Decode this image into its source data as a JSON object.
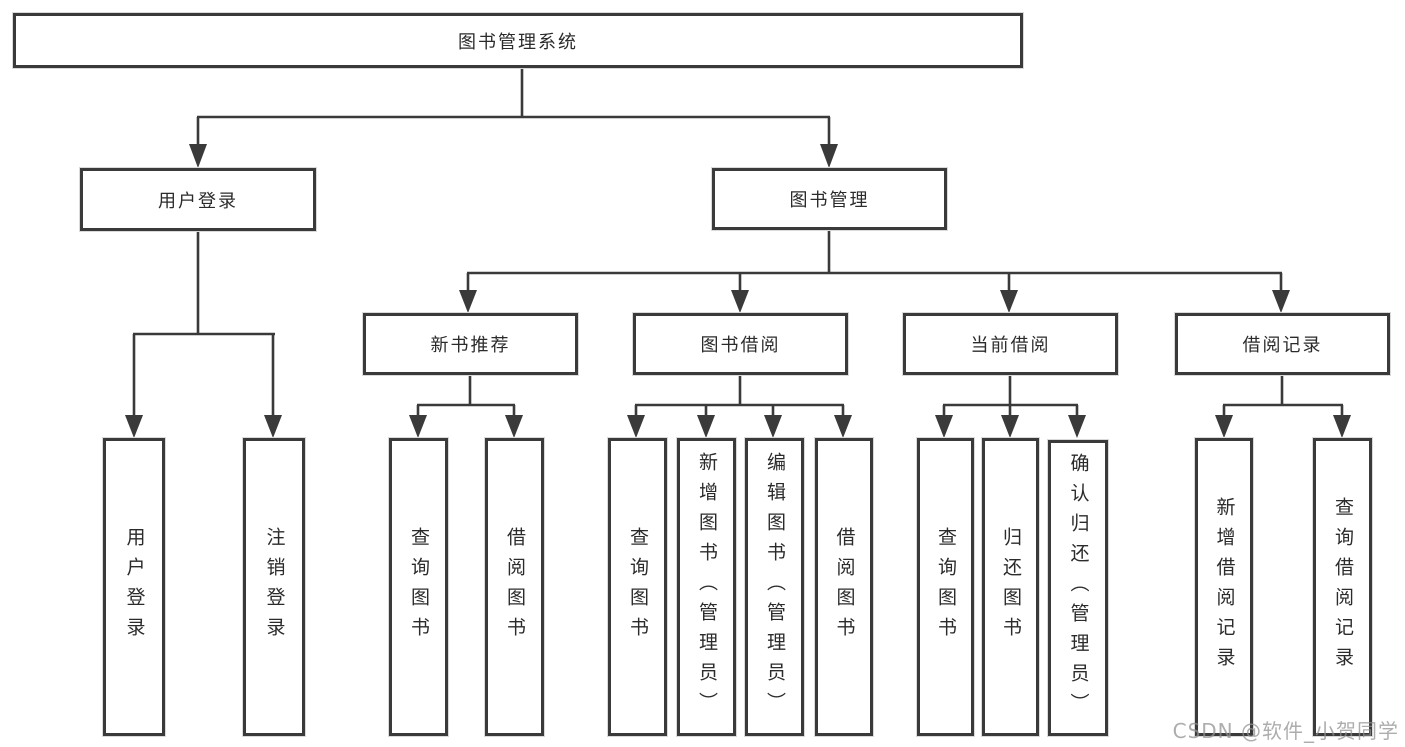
{
  "colors": {
    "background": "#ffffff",
    "line": "#3a3a3a",
    "box_border": "#3a3a3a",
    "text": "#2b2b2b",
    "watermark": "#919191"
  },
  "tree": {
    "root": "图书管理系统",
    "children": [
      {
        "label": "用户登录",
        "children": [
          "用户登录",
          "注销登录"
        ]
      },
      {
        "label": "图书管理",
        "children": [
          {
            "label": "新书推荐",
            "children": [
              "查询图书",
              "借阅图书"
            ]
          },
          {
            "label": "图书借阅",
            "children": [
              "查询图书",
              "新增图书（管理员）",
              "编辑图书（管理员）",
              "借阅图书"
            ]
          },
          {
            "label": "当前借阅",
            "children": [
              "查询图书",
              "归还图书",
              "确认归还（管理员）"
            ]
          },
          {
            "label": "借阅记录",
            "children": [
              "新增借阅记录",
              "查询借阅记录"
            ]
          }
        ]
      }
    ]
  },
  "watermark": "CSDN @软件_小贺同学"
}
